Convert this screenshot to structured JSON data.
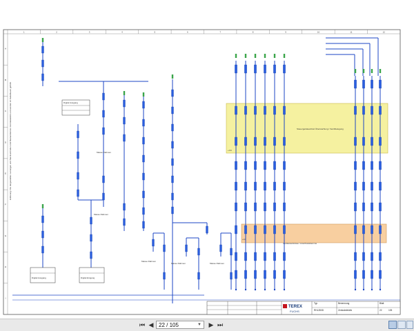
{
  "drawing": {
    "sheet_number": "22",
    "brand_name": "TEREX",
    "brand_sub": "FUCHS",
    "top_col_numbers": [
      "1",
      "2",
      "3",
      "4",
      "5",
      "6",
      "7",
      "8",
      "9",
      "10",
      "11",
      "12"
    ],
    "left_row_letters": [
      "A",
      "B",
      "C",
      "D",
      "E",
      "F",
      "G",
      "H",
      "I"
    ],
    "side_note": "Erklärung: Die dargestellten Leitungen und Steckverbinder sind Bestandteil der Zentralelektrik und werden im Kabelbaum geführt",
    "box_yellow_label": "Steuergeräteeinheit Überwachung / Ventilbelegung",
    "box_orange_label": "Gerätesteckdose / Anschlussklemme",
    "node_left_label": "+CC",
    "node_right_label": "+A3",
    "center_box_title": "Digital Ausgang",
    "bottom_box_1": "Digital Ausgang",
    "bottom_box_2": "Digital Eingang",
    "red_label_1": "Masse Rahmen",
    "red_label_2": "Masse Rahmen",
    "red_label_3": "Masse Rahmen",
    "red_label_4": "Masse Rahmen",
    "red_label_5": "Masse Rahmen",
    "title_block": {
      "header_1": "Typ",
      "header_2": "Benennung",
      "header_3": "Blatt",
      "type_value": "RHL350D",
      "desc_value": "Zentralelektrik",
      "sheet_value": "22",
      "total_value": "105"
    }
  },
  "toolbar": {
    "first_icon": "first-page-icon",
    "prev_icon": "previous-page-icon",
    "page_value": "22 / 105",
    "next_icon": "next-page-icon",
    "last_icon": "last-page-icon",
    "view_icons": [
      "single-page-icon",
      "two-page-icon",
      "continuous-icon"
    ]
  }
}
